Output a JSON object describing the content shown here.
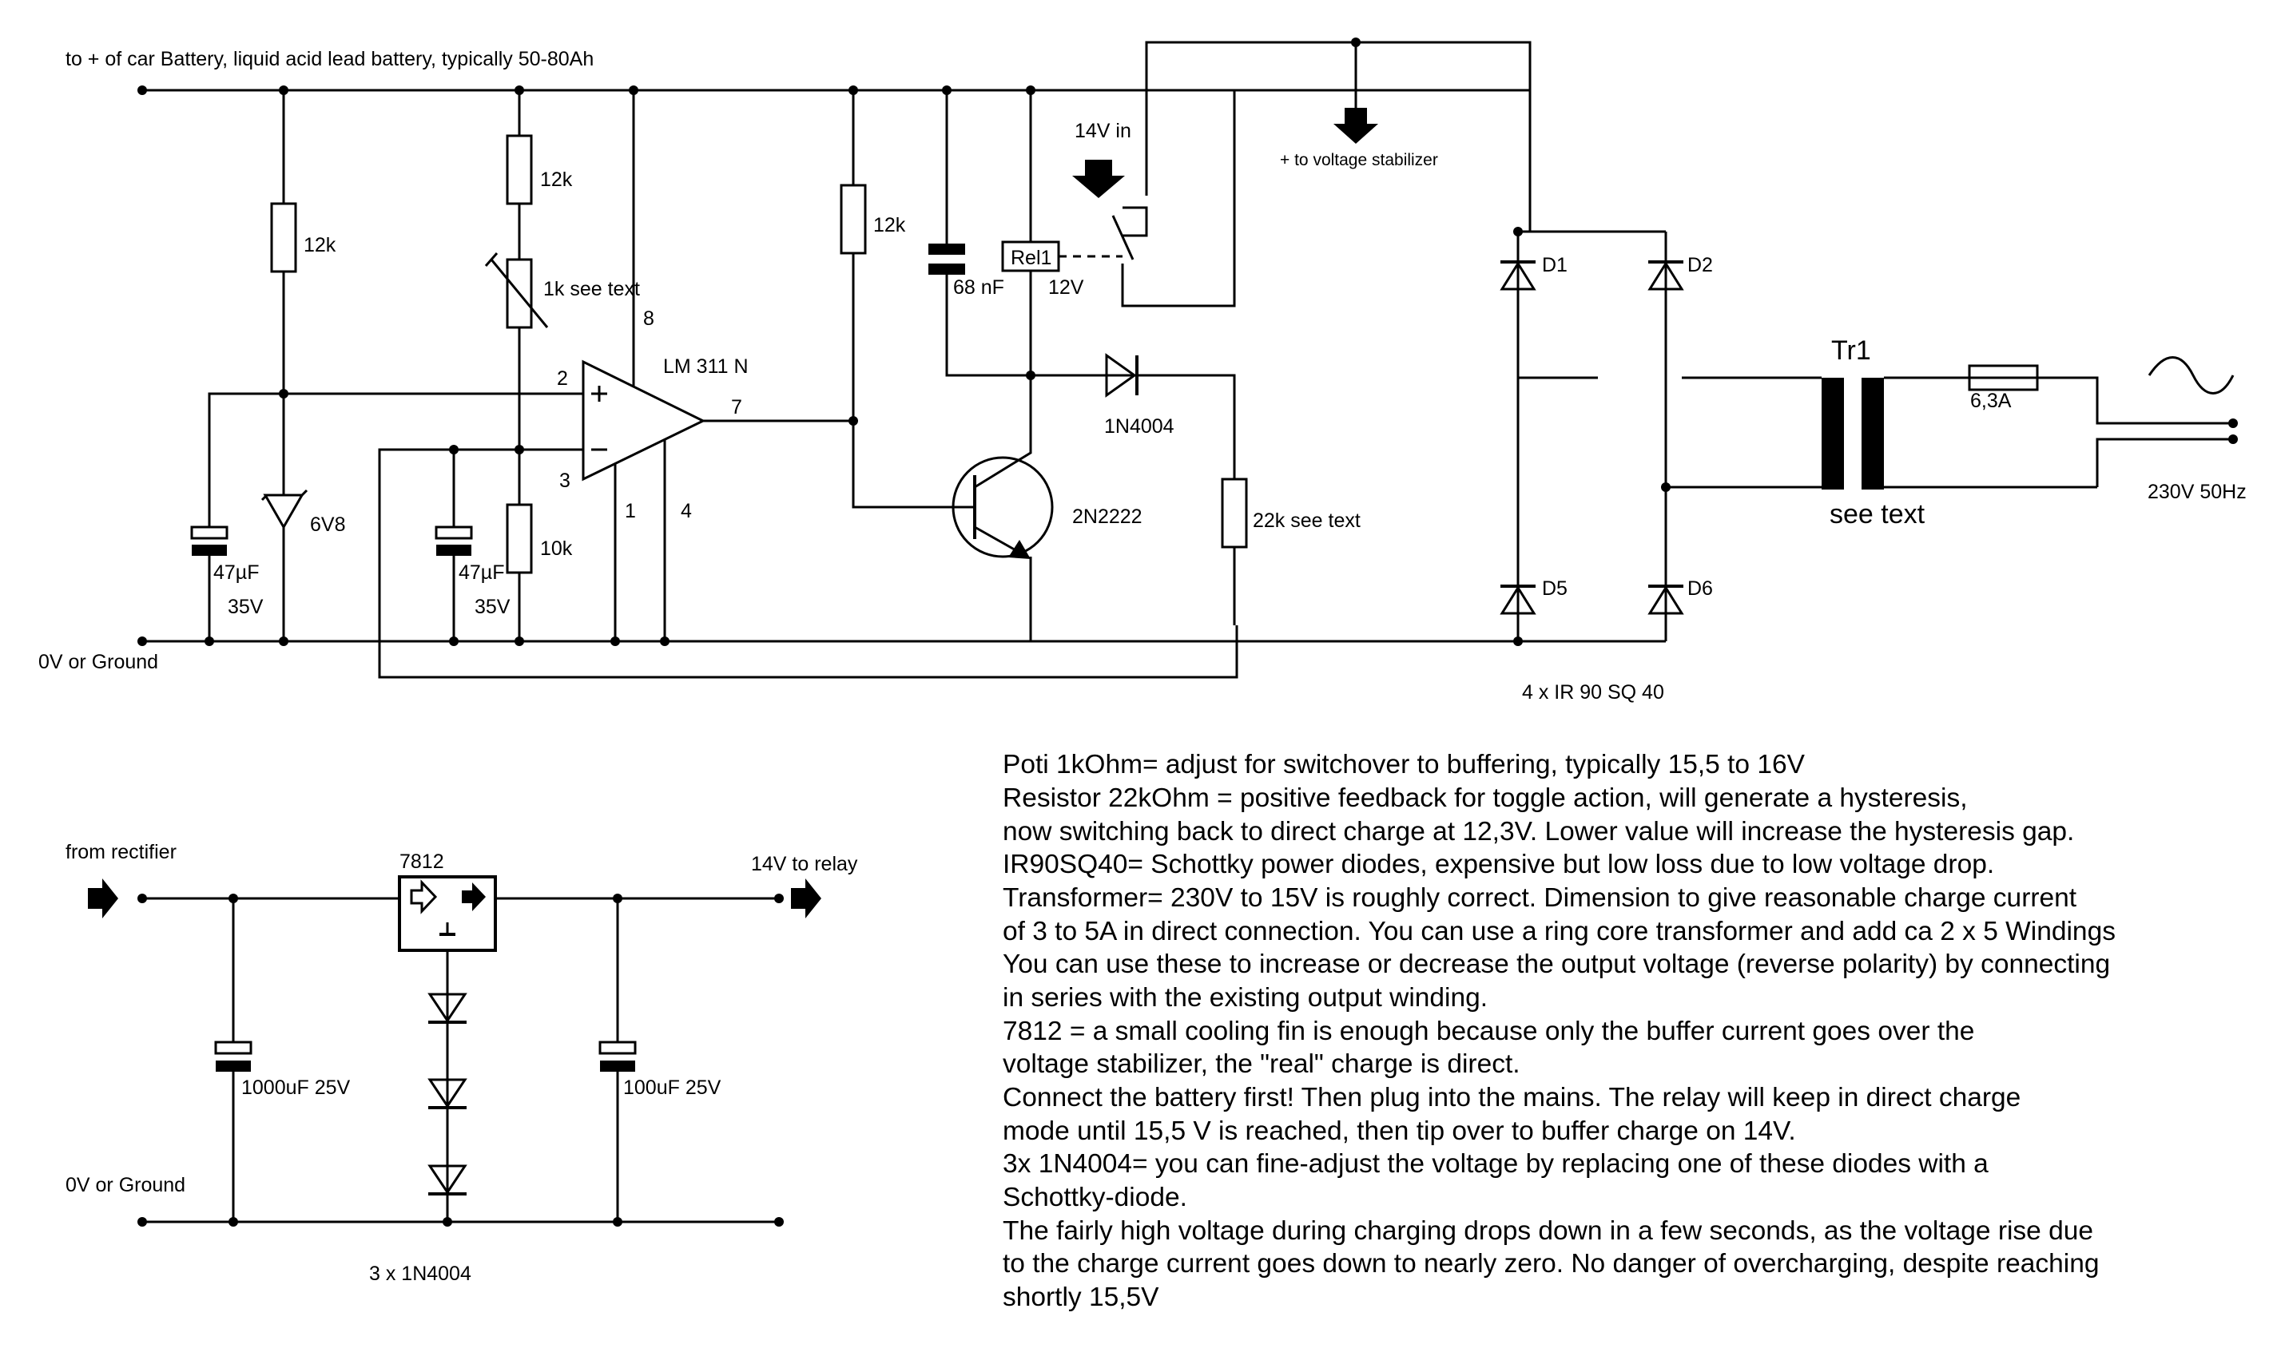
{
  "labels": {
    "battery_plus": "to +  of car Battery, liquid acid lead battery, typically 50-80Ah",
    "ground_top": "0V or Ground",
    "r_12k_a": "12k",
    "r_12k_b": "12k",
    "r_12k_c": "12k",
    "pot_1k": "1k see text",
    "r_10k": "10k",
    "r_22k": "22k see text",
    "cap_47uf_a": "47µF",
    "cap_35v_a": "35V",
    "cap_47uf_b": "47µF",
    "cap_35v_b": "35V",
    "zener": "6V8",
    "comparator": "LM 311 N",
    "pin_2": "2",
    "pin_3": "3",
    "pin_7": "7",
    "pin_8": "8",
    "pin_1": "1",
    "pin_4": "4",
    "cap_68nf": "68 nF",
    "relay": "Rel1",
    "relay_volt": "12V",
    "in_14v": "14V in",
    "to_stabilizer": "+ to voltage stabilizer",
    "diode_1n4004": "1N4004",
    "transistor": "2N2222",
    "d1": "D1",
    "d2": "D2",
    "d5": "D5",
    "d6": "D6",
    "diodes_note": "4 x  IR 90 SQ 40",
    "tr1": "Tr1",
    "tr_see_text": "see text",
    "fuse": "6,3A",
    "mains": "230V 50Hz",
    "from_rectifier": "from rectifier",
    "reg_7812": "7812",
    "to_relay": "14V to relay",
    "cap_1000uf": "1000uF 25V",
    "cap_100uf": "100uF 25V",
    "ground_bottom": "0V or Ground",
    "diodes_3x": "3 x 1N4004"
  },
  "notes": [
    "Poti 1kOhm= adjust for switchover to buffering, typically 15,5 to 16V",
    "Resistor 22kOhm = positive feedback for toggle action, will generate a hysteresis,",
    "now switching back to direct charge at 12,3V. Lower value will increase the hysteresis gap.",
    "IR90SQ40= Schottky power diodes, expensive but low loss due to low voltage drop.",
    "Transformer= 230V to 15V is roughly correct. Dimension to give reasonable charge current",
    "of 3 to 5A in direct connection. You can use a ring core transformer and add ca 2 x 5 Windings",
    "You can use these to increase or decrease the output voltage (reverse polarity) by connecting",
    "in series with the existing output winding.",
    "7812 = a small cooling fin is enough because only the buffer current goes over the",
    "voltage stabilizer, the \"real\" charge is direct.",
    "Connect the battery first! Then plug into the mains. The relay will keep in direct charge",
    "mode until 15,5 V is reached, then tip over to buffer charge on 14V.",
    "3x 1N4004= you can fine-adjust the voltage by replacing one of these diodes with a",
    "Schottky-diode.",
    "The fairly high voltage during charging drops down in a few seconds, as the voltage rise due",
    "to the charge current goes down to nearly zero. No danger of overcharging, despite reaching",
    "shortly 15,5V"
  ]
}
